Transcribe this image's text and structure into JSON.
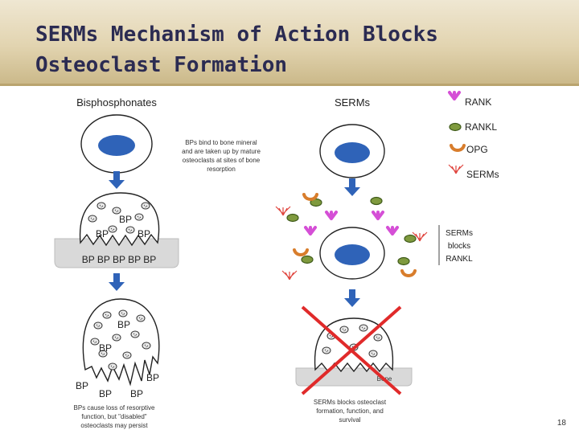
{
  "title": {
    "line1": "SERMs Mechanism of Action Blocks",
    "line2": "Osteoclast Formation"
  },
  "left": {
    "heading": "Bisphosphonates",
    "note": [
      "BPs bind to bone mineral",
      "and are taken up by mature",
      "osteoclasts at sites of bone",
      "resorption"
    ],
    "cell_bp": [
      "BP",
      "BP",
      "BP"
    ],
    "mineral_row": "BP BP BP BP BP",
    "cell2_bp": [
      "BP",
      "BP",
      "BP",
      "BP",
      "BP",
      "BP"
    ],
    "bottom_note": [
      "BPs cause loss of resorptive",
      "function, but \"disabled\"",
      "osteoclasts may persist"
    ]
  },
  "right": {
    "heading": "SERMs",
    "blocks_label": [
      "SERMs",
      "blocks",
      "RANKL"
    ],
    "bone_label": "Bone",
    "bottom_note": [
      "SERMs blocks osteoclast",
      "formation, function, and",
      "survival"
    ]
  },
  "legend": {
    "rank": "RANK",
    "rankl": "RANKL",
    "opg": "OPG",
    "serms": "SERMs"
  },
  "colors": {
    "title": "#2b2b52",
    "nucleus": "#2f63b8",
    "arrow": "#2f63b8",
    "rank": "#d54fd6",
    "rankl": "#7f9a3e",
    "opg": "#d87d2c",
    "serms": "#e0463f",
    "cross": "#e02a2a"
  },
  "page_number": "18"
}
